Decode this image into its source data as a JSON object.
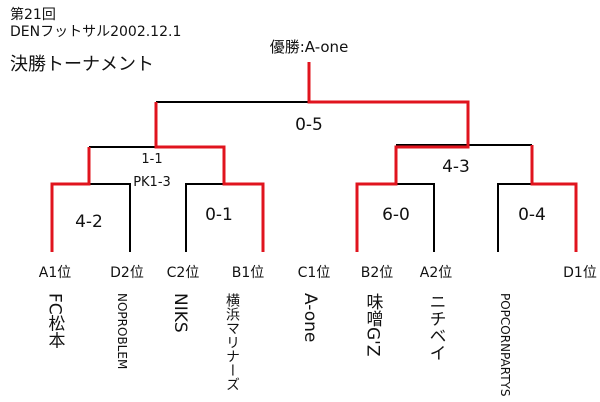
{
  "header": {
    "edition": "第21回",
    "event": "DENフットサル2002.12.1",
    "title": "決勝トーナメント"
  },
  "champion": "優勝:A-one",
  "colors": {
    "winner_line": "#e0141e",
    "line": "#000000"
  },
  "matches": {
    "final": "0-5",
    "semi_left": "1-1",
    "semi_left_pk": "PK1-3",
    "semi_right": "4-3",
    "r1_a": "4-2",
    "r1_b": "0-1",
    "r1_c": "6-0",
    "r1_d": "0-4"
  },
  "seeds": [
    "A1位",
    "D2位",
    "C2位",
    "B1位",
    "C1位",
    "B2位",
    "A2位",
    "D1位"
  ],
  "teams": [
    "FC松本",
    "NOPROBLEM",
    "NIKS",
    "横浜マリナーズ",
    "A-one",
    "味噌G'Z",
    "ニチベイ",
    "POPCORNPARTYS"
  ]
}
